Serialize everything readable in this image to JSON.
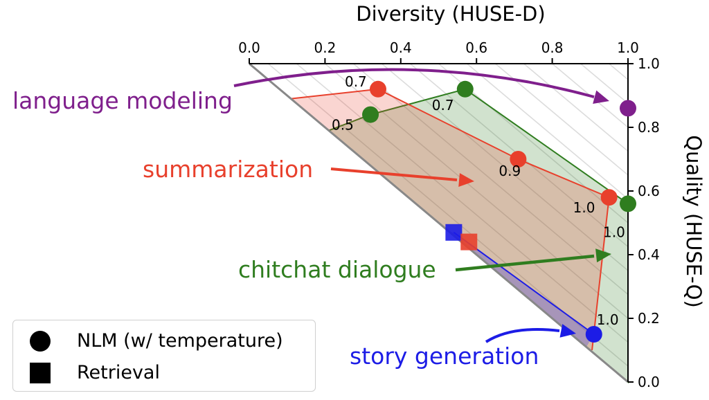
{
  "chart_data": {
    "type": "scatter",
    "xlabel": "Diversity (HUSE-D)",
    "ylabel": "Quality (HUSE-Q)",
    "xlim": [
      0.0,
      1.0
    ],
    "ylim": [
      0.0,
      1.0
    ],
    "x_ticks": [
      "0.0",
      "0.2",
      "0.4",
      "0.6",
      "0.8",
      "1.0"
    ],
    "y_ticks": [
      "0.0",
      "0.2",
      "0.4",
      "0.6",
      "0.8",
      "1.0"
    ],
    "x_axis_position": "top",
    "y_axis_position": "right",
    "grid": false,
    "series": [
      {
        "name": "language modeling",
        "color": "#7f1f8c",
        "nlm_points": [
          {
            "x": 1.0,
            "y": 0.86,
            "label": ""
          }
        ],
        "retrieval_points": []
      },
      {
        "name": "summarization",
        "color": "#e8402c",
        "nlm_points": [
          {
            "x": 0.34,
            "y": 0.92,
            "label": "0.7"
          },
          {
            "x": 0.71,
            "y": 0.7,
            "label": "0.9"
          },
          {
            "x": 0.95,
            "y": 0.58,
            "label": "1.0"
          }
        ],
        "retrieval_points": [
          {
            "x": 0.58,
            "y": 0.44
          }
        ]
      },
      {
        "name": "chitchat dialogue",
        "color": "#2f7d1f",
        "nlm_points": [
          {
            "x": 0.32,
            "y": 0.84,
            "label": "0.5"
          },
          {
            "x": 0.57,
            "y": 0.92,
            "label": "0.7"
          },
          {
            "x": 1.0,
            "y": 0.56,
            "label": "1.0"
          }
        ],
        "retrieval_points": []
      },
      {
        "name": "story generation",
        "color": "#1c1ce6",
        "nlm_points": [
          {
            "x": 0.91,
            "y": 0.15,
            "label": "1.0"
          }
        ],
        "retrieval_points": [
          {
            "x": 0.54,
            "y": 0.47
          }
        ]
      }
    ],
    "legend": {
      "placement": "bottom-left",
      "entries": [
        "NLM (w/ temperature)",
        "Retrieval"
      ]
    }
  }
}
